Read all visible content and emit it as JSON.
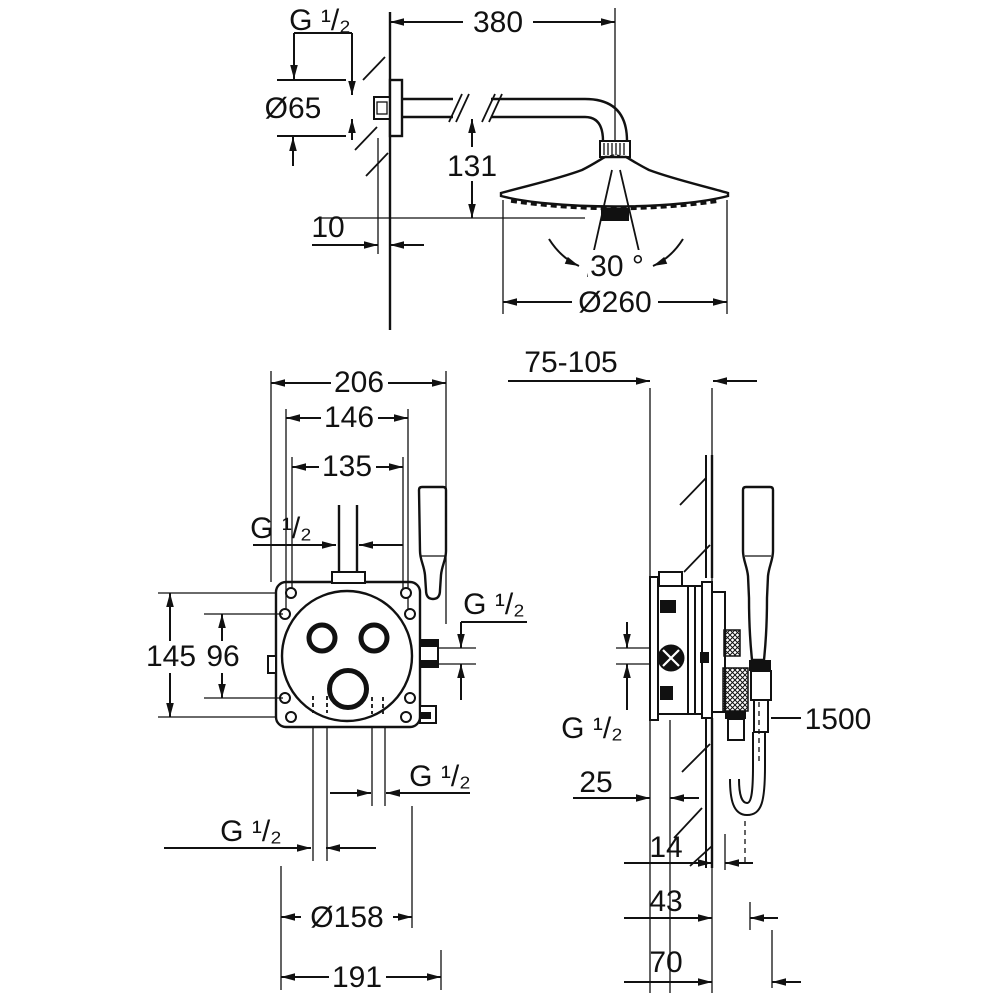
{
  "drawing_type": "installation-dimension-drawing",
  "colors": {
    "line": "#111111",
    "background": "#ffffff"
  },
  "top_view": {
    "arm_thread": "G ¹/₂",
    "arm_length": "380",
    "flange_diameter": "Ø65",
    "head_drop": "131",
    "wall_offset": "10",
    "spray_angle": "30 °",
    "head_diameter": "Ø260"
  },
  "front_view": {
    "overall_width": "206",
    "hole_spacing_outer": "146",
    "hole_spacing_inner": "135",
    "top_thread": "G ¹/₂",
    "overall_height": "145",
    "hole_spacing_vertical": "96",
    "side_thread": "G ¹/₂",
    "bottom_right_thread": "G ¹/₂",
    "bottom_left_thread": "G ¹/₂",
    "body_diameter": "Ø158",
    "base_width": "191"
  },
  "side_view": {
    "install_depth_range": "75-105",
    "outlet_thread": "G ¹/₂",
    "hose_length": "1500",
    "plate_depth": "25",
    "trim_depth": "14",
    "elbow_depth": "43",
    "handle_depth": "70"
  }
}
